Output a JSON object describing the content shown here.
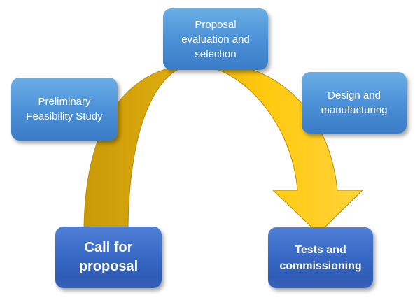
{
  "colors": {
    "arrow_light": "#ffc90e",
    "arrow_dark": "#c99a08",
    "box_light": "#4a8fd6",
    "box_dark": "#3566c2",
    "text": "#ffffff"
  },
  "diagram": {
    "boxes": {
      "preliminary": "Preliminary\nFeasibility Study",
      "evaluation": "Proposal\nevaluation and\nselection",
      "design": "Design and\nmanufacturing",
      "call": "Call for\nproposal",
      "tests": "Tests and\ncommissioning"
    }
  }
}
